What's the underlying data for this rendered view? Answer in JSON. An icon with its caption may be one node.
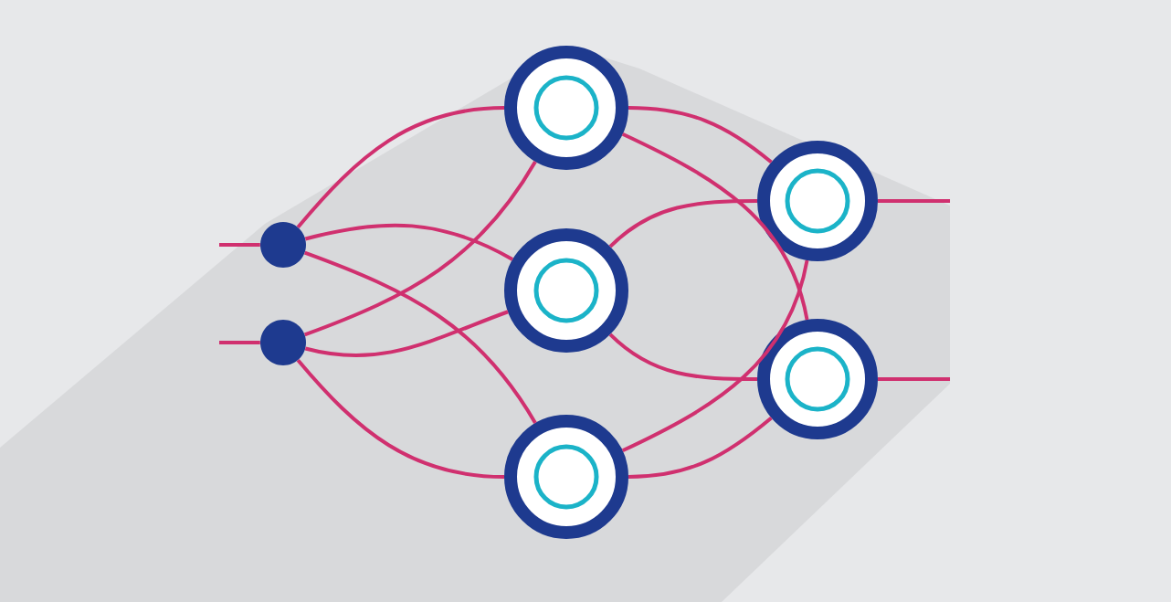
{
  "diagram": {
    "nodes": [
      {
        "text": [],
        "shape": "circle"
      },
      {
        "text": [],
        "shape": "circle"
      },
      {
        "text": [],
        "shape": "circle"
      },
      {
        "text": [],
        "shape": "circle"
      },
      {
        "text": [],
        "shape": "circle"
      },
      {
        "text": [],
        "shape": "circle"
      },
      {
        "text": [],
        "shape": "circle"
      }
    ],
    "edges": [
      {
        "from": null,
        "to": 0,
        "arrow": "none"
      },
      {
        "from": null,
        "to": 1,
        "arrow": "none"
      },
      {
        "from": 0,
        "to": 2,
        "arrow": "none"
      },
      {
        "from": 0,
        "to": 3,
        "arrow": "none"
      },
      {
        "from": 0,
        "to": 4,
        "arrow": "none"
      },
      {
        "from": 1,
        "to": 2,
        "arrow": "none"
      },
      {
        "from": 1,
        "to": 3,
        "arrow": "none"
      },
      {
        "from": 1,
        "to": 4,
        "arrow": "none"
      },
      {
        "from": 2,
        "to": 5,
        "arrow": "none"
      },
      {
        "from": 2,
        "to": 6,
        "arrow": "none"
      },
      {
        "from": 3,
        "to": 5,
        "arrow": "none"
      },
      {
        "from": 3,
        "to": 6,
        "arrow": "none"
      },
      {
        "from": 4,
        "to": 5,
        "arrow": "none"
      },
      {
        "from": 4,
        "to": 6,
        "arrow": "none"
      },
      {
        "from": 5,
        "to": null,
        "arrow": "none"
      },
      {
        "from": 6,
        "to": null,
        "arrow": "none"
      }
    ]
  }
}
